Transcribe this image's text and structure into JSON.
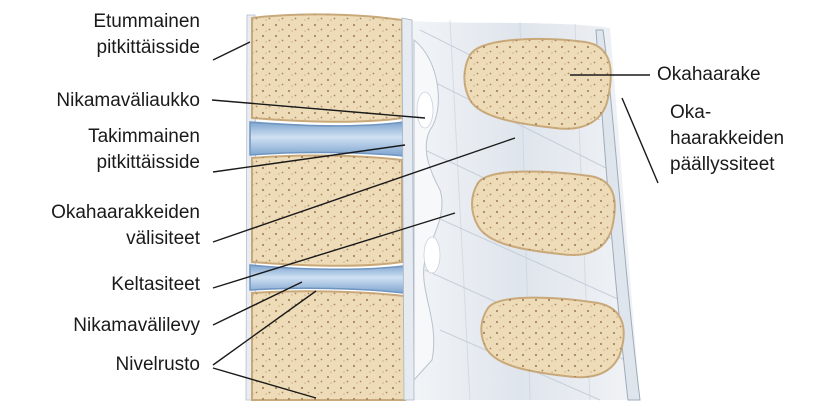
{
  "labels_left": [
    {
      "id": "anterior-longitudinal-ligament",
      "lines": [
        "Etummainen",
        "pitkittäisside"
      ]
    },
    {
      "id": "intervertebral-foramen",
      "lines": [
        "Nikamaväliaukko"
      ]
    },
    {
      "id": "posterior-longitudinal-ligament",
      "lines": [
        "Takimmainen",
        "pitkittäisside"
      ]
    },
    {
      "id": "interspinous-ligaments",
      "lines": [
        "Okahaarakkeiden",
        "välisiteet"
      ]
    },
    {
      "id": "ligamenta-flava",
      "lines": [
        "Keltasiteet"
      ]
    },
    {
      "id": "intervertebral-disc",
      "lines": [
        "Nikamavälilevy"
      ]
    },
    {
      "id": "articular-cartilage",
      "lines": [
        "Nivelrusto"
      ]
    }
  ],
  "labels_right": [
    {
      "id": "spinous-process",
      "lines": [
        "Okahaarake"
      ]
    },
    {
      "id": "supraspinous-ligaments",
      "lines": [
        "Oka-",
        "haarakkeiden",
        "päällyssiteet"
      ]
    }
  ],
  "colors": {
    "bone_fill": "#eedcb8",
    "bone_edge": "#c9a97a",
    "bone_dots": "#a88660",
    "disc_blue": "#aac7e6",
    "disc_edge": "#6f95c0",
    "ligament": "#e3e8ee",
    "ligament_line": "#b8c2cf",
    "leader_line": "#1a1a1a"
  }
}
